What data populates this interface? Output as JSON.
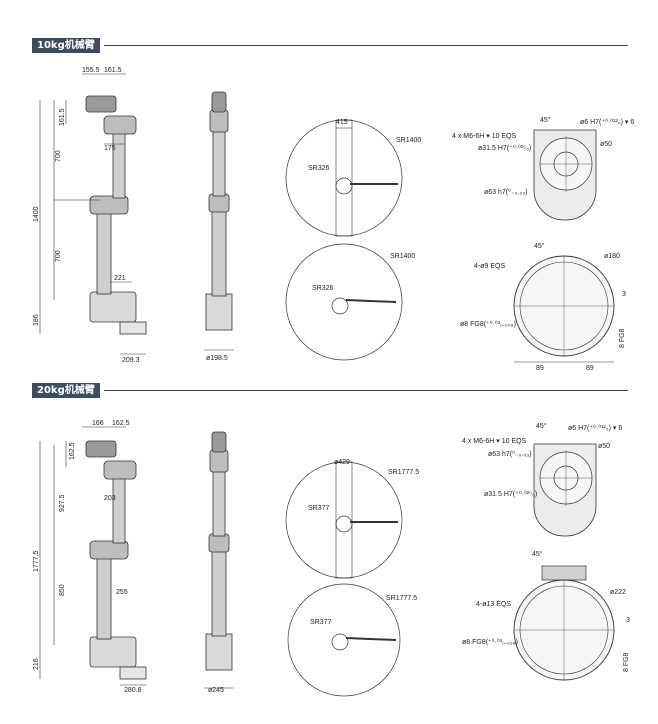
{
  "sections": [
    {
      "title": "10kg机械臂",
      "front": {
        "top_a": "155.5",
        "top_b": "161.5",
        "wrist": "161.5",
        "upper": "700",
        "lower": "700",
        "total": "1400",
        "base_h": "186",
        "elbow": "175",
        "shoulder": "221",
        "base_w": "209.3"
      },
      "side": {
        "base_d": "ø198.5"
      },
      "reach_top": {
        "width": "415",
        "sr_outer": "SR1400",
        "sr_inner": "SR326"
      },
      "reach_bottom": {
        "sr_outer": "SR1400",
        "sr_inner": "SR326"
      },
      "flange": {
        "holes": "4 x M6-6H ▾ 10 EQS",
        "pin_top": "ø6 H7(⁺⁰·⁰¹²₀) ▾ 6",
        "pcd": "ø31.5 H7(⁺⁰·⁰²⁵₀)",
        "bore": "ø63 h7(⁰₋₀.₀₃)",
        "angle": "45°",
        "pcd50": "ø50"
      },
      "base": {
        "angle": "45°",
        "holes": "4-ø9 EQS",
        "diameter": "ø180",
        "pin": "ø8 FG8(⁺⁰·⁰³₀.₀₀₈)",
        "pin_r": "8 FG8",
        "offset": "3",
        "half_a": "89",
        "half_b": "89"
      }
    },
    {
      "title": "20kg机械臂",
      "front": {
        "top_a": "166",
        "top_b": "162.5",
        "wrist": "162.5",
        "upper": "927.5",
        "lower": "850",
        "total": "1777.5",
        "base_h": "216",
        "elbow": "203",
        "shoulder": "255",
        "base_w": "280.8"
      },
      "side": {
        "base_d": "ø245"
      },
      "reach_top": {
        "width": "ø429",
        "sr_outer": "SR1777.5",
        "sr_inner": "SR377"
      },
      "reach_bottom": {
        "sr_outer": "SR1777.5",
        "sr_inner": "SR377"
      },
      "flange": {
        "holes": "4 x M6-6H ▾ 10 EQS",
        "pin_top": "ø6 H7(⁺⁰·⁰¹²₀) ▾ 6",
        "pcd": "ø31.5 H7(⁺⁰·⁰²⁵₀)",
        "bore": "ø63 h7(⁰₋₀.₀₃)",
        "angle": "45°",
        "pcd50": "ø50"
      },
      "base": {
        "angle": "45°",
        "holes": "4-ø13 EQS",
        "diameter": "ø222",
        "pin": "ø8 FG8(⁺⁰·⁰³₀.₀₀₈)",
        "pin_r": "8 FG8",
        "offset": "3"
      }
    }
  ]
}
